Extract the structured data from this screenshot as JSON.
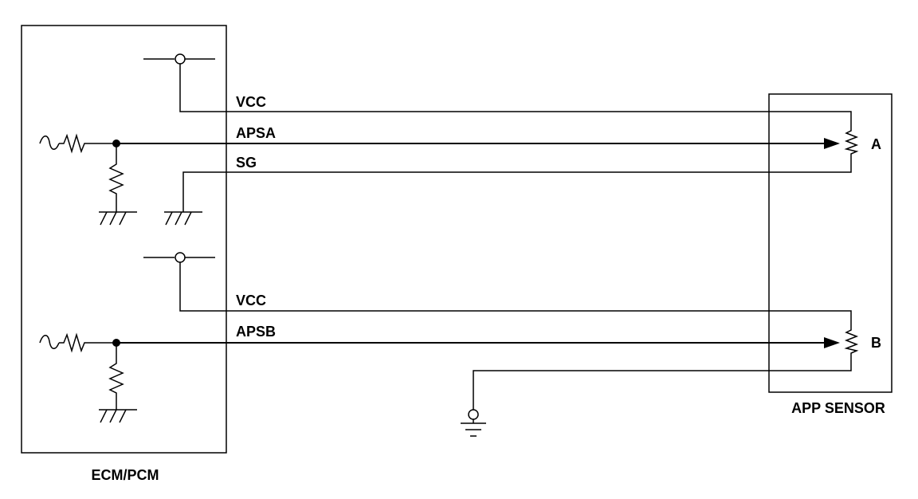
{
  "modules": {
    "ecm_label": "ECM/PCM",
    "sensor_label": "APP SENSOR"
  },
  "wires": {
    "vcc_top": "VCC",
    "apsa": "APSA",
    "sg": "SG",
    "vcc_bottom": "VCC",
    "apsb": "APSB"
  },
  "sensors": {
    "a_label": "A",
    "b_label": "B"
  },
  "colors": {
    "line": "#000000",
    "background": "#ffffff"
  }
}
